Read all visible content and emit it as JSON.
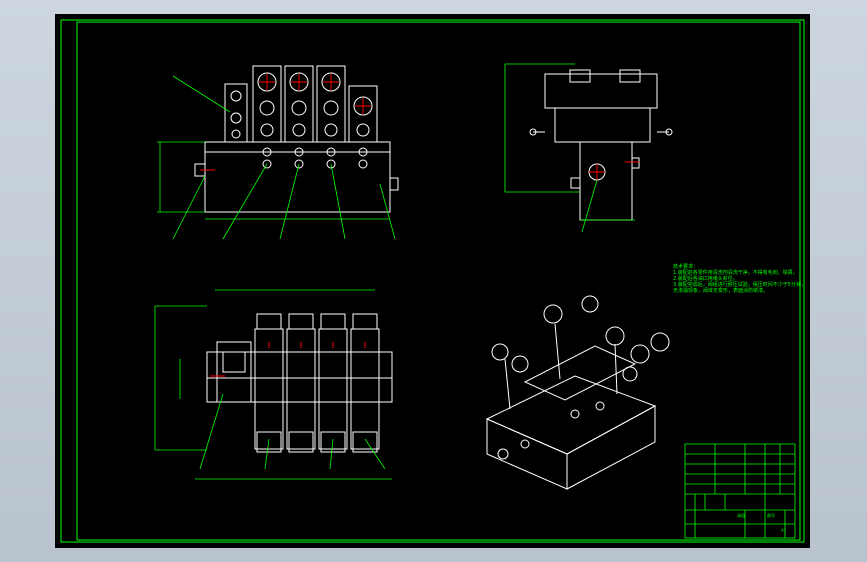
{
  "drawing": {
    "notes": {
      "title": "技术要求：",
      "lines": [
        "1.装配前各零件用清洗剂清洗干净，不得有毛刺、铁屑。",
        "2.装配后各油口用堵头封住。",
        "3.装配完成后，阀组进行耐压试验，保压时间不少于5分钟，",
        "无渗漏现象，阀体无变形，表面涂防锈漆。"
      ]
    },
    "title_block": {
      "name_cell": "阀组",
      "code_cell": "图号",
      "sheet_cell": "A1"
    },
    "colors": {
      "background": "#000000",
      "lines": "#ffffff",
      "dims": "#00ff00",
      "accent": "#ff0000"
    }
  }
}
